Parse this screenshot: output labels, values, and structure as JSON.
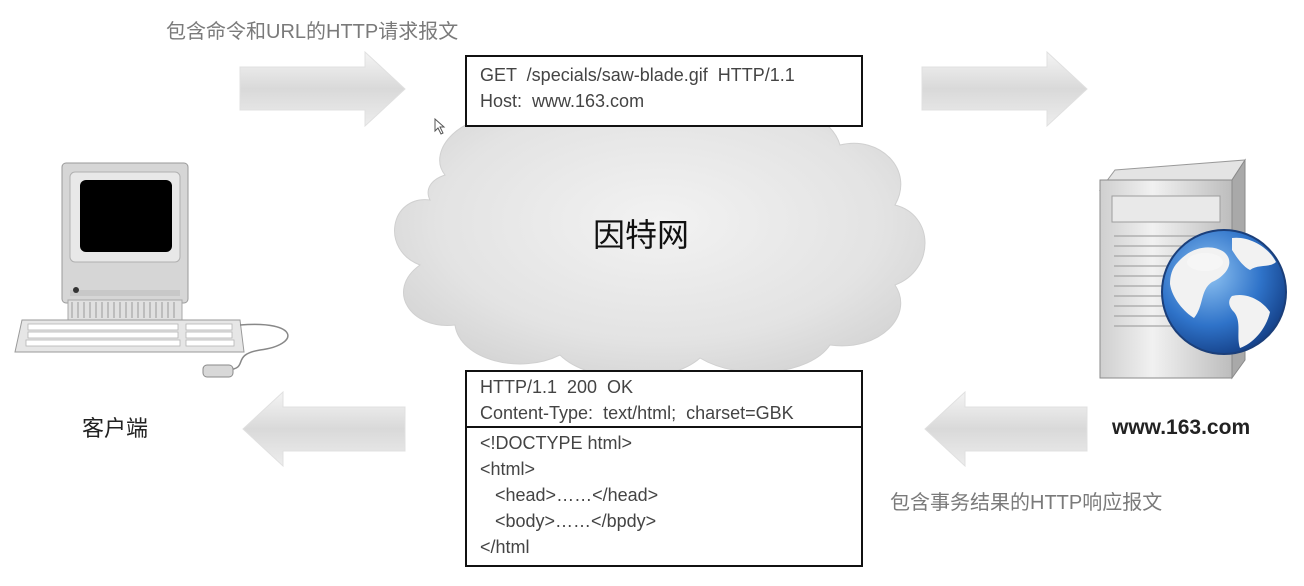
{
  "request": {
    "caption": "包含命令和URL的HTTP请求报文",
    "lines": [
      "GET  /specials/saw-blade.gif  HTTP/1.1",
      "Host:  www.163.com"
    ]
  },
  "internet": {
    "label": "因特网"
  },
  "client": {
    "label": "客户端"
  },
  "server": {
    "label": "www.163.com"
  },
  "response": {
    "caption": "包含事务结果的HTTP响应报文",
    "header_lines": [
      "HTTP/1.1  200  OK",
      "Content-Type:  text/html;  charset=GBK"
    ],
    "body_lines": [
      "<!DOCTYPE html>",
      "<html>",
      "   <head>……</head>",
      "   <body>……</bpdy>",
      "</html"
    ]
  },
  "icons": {
    "client": "desktop-computer-icon",
    "server": "server-tower-icon",
    "globe": "globe-icon",
    "arrows": "gray-block-arrow-icon"
  }
}
